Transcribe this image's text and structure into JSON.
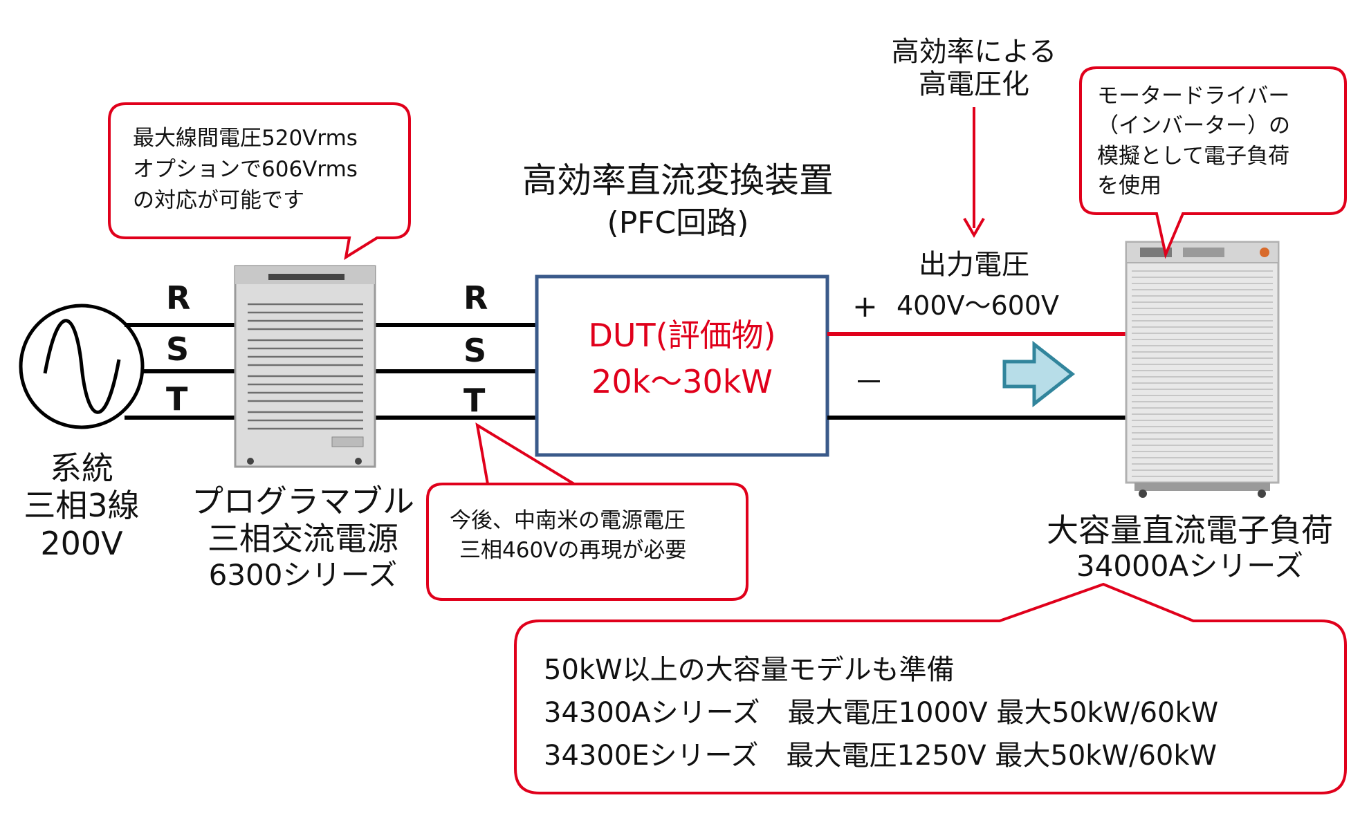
{
  "colors": {
    "red": "#e0001b",
    "navy": "#3a5a8a",
    "arrow_fill": "#b7dde8",
    "arrow_stroke": "#31859c"
  },
  "source": {
    "line1": "系統",
    "line2": "三相3線",
    "line3": "200V",
    "icon": "ac-sine-icon"
  },
  "phases_left": [
    "R",
    "S",
    "T"
  ],
  "phases_right": [
    "R",
    "S",
    "T"
  ],
  "ac_supply": {
    "line1": "プログラマブル",
    "line2": "三相交流電源",
    "line3": "6300シリーズ"
  },
  "callout_ac": {
    "line1": "最大線間電圧520Vrms",
    "line2": "オプションで606Vrms",
    "line3": "の対応が可能です"
  },
  "callout_grid": {
    "line1": "今後、中南米の電源電圧",
    "line2": "三相460Vの再現が必要"
  },
  "pfc": {
    "title": "高効率直流変換装置",
    "subtitle": "(PFC回路)"
  },
  "dut": {
    "line1": "DUT(評価物)",
    "line2": "20k～30kW"
  },
  "high_voltage": {
    "line1": "高効率による",
    "line2": "高電圧化"
  },
  "output": {
    "label": "出力電圧",
    "range": "400V～600V",
    "plus": "+",
    "minus": "－"
  },
  "callout_load": {
    "line1": "モータードライバー",
    "line2": "（インバーター）の",
    "line3": "模擬として電子負荷",
    "line4": "を使用"
  },
  "dc_load": {
    "line1": "大容量直流電子負荷",
    "line2": "34000Aシリーズ"
  },
  "callout_models": {
    "line1": "50kW以上の大容量モデルも準備",
    "line2": "34300Aシリーズ　最大電圧1000V 最大50kW/60kW",
    "line3": "34300Eシリーズ　最大電圧1250V 最大50kW/60kW"
  }
}
